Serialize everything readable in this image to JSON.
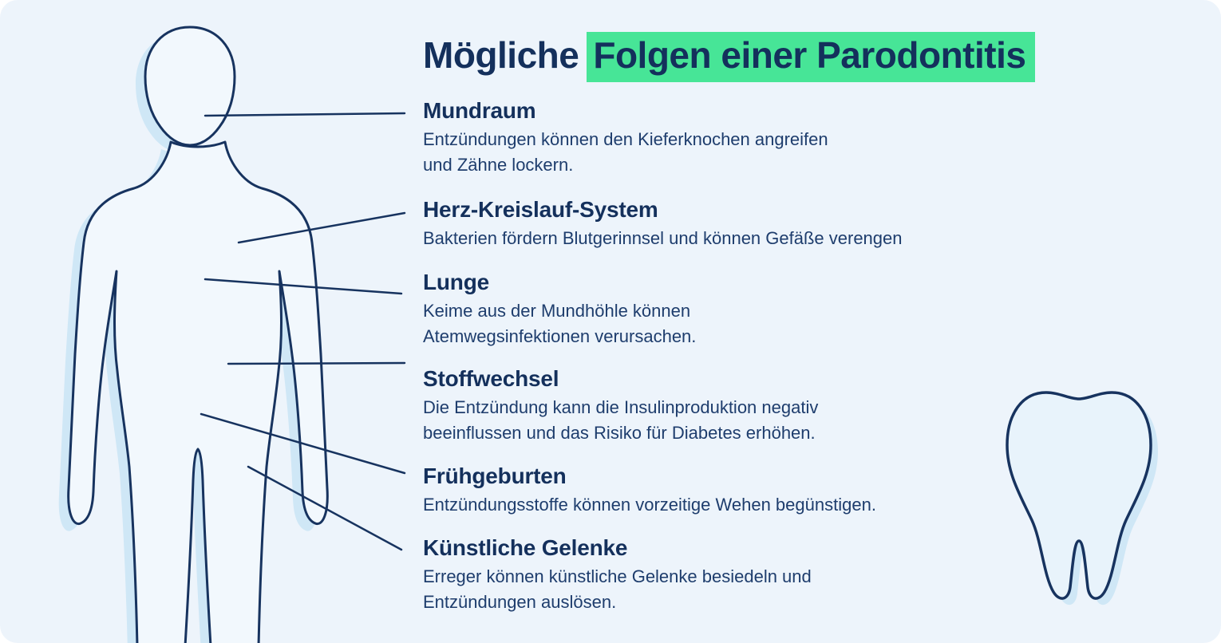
{
  "title": {
    "prefix": "Mögliche",
    "highlight": "Folgen einer Parodontitis"
  },
  "sections": [
    {
      "title": "Mundraum",
      "desc": [
        "Entzündungen können den Kieferknochen angreifen",
        "und Zähne lockern."
      ]
    },
    {
      "title": "Herz-Kreislauf-System",
      "desc": [
        "Bakterien fördern Blutgerinnsel und können Gefäße verengen"
      ]
    },
    {
      "title": "Lunge",
      "desc": [
        "Keime aus der Mundhöhle können",
        "Atemwegsinfektionen verursachen."
      ]
    },
    {
      "title": "Stoffwechsel",
      "desc": [
        "Die Entzündung kann die Insulinproduktion negativ",
        "beeinflussen und das Risiko für Diabetes erhöhen."
      ]
    },
    {
      "title": "Frühgeburten",
      "desc": [
        "Entzündungsstoffe können vorzeitige Wehen begünstigen."
      ]
    },
    {
      "title": "Künstliche Gelenke",
      "desc": [
        "Erreger können künstliche Gelenke besiedeln und",
        "Entzündungen auslösen."
      ]
    }
  ],
  "illustrations": {
    "body": "human-body-outline",
    "tooth": "tooth-outline"
  },
  "colors": {
    "background": "#edf4fb",
    "navy_outline": "#17335f",
    "heading_text": "#14305c",
    "body_text": "#1e3d6d",
    "highlight_green": "#47e597",
    "illustration_fill": "#f2f8fd",
    "illustration_shadow": "#cfe7f6"
  }
}
